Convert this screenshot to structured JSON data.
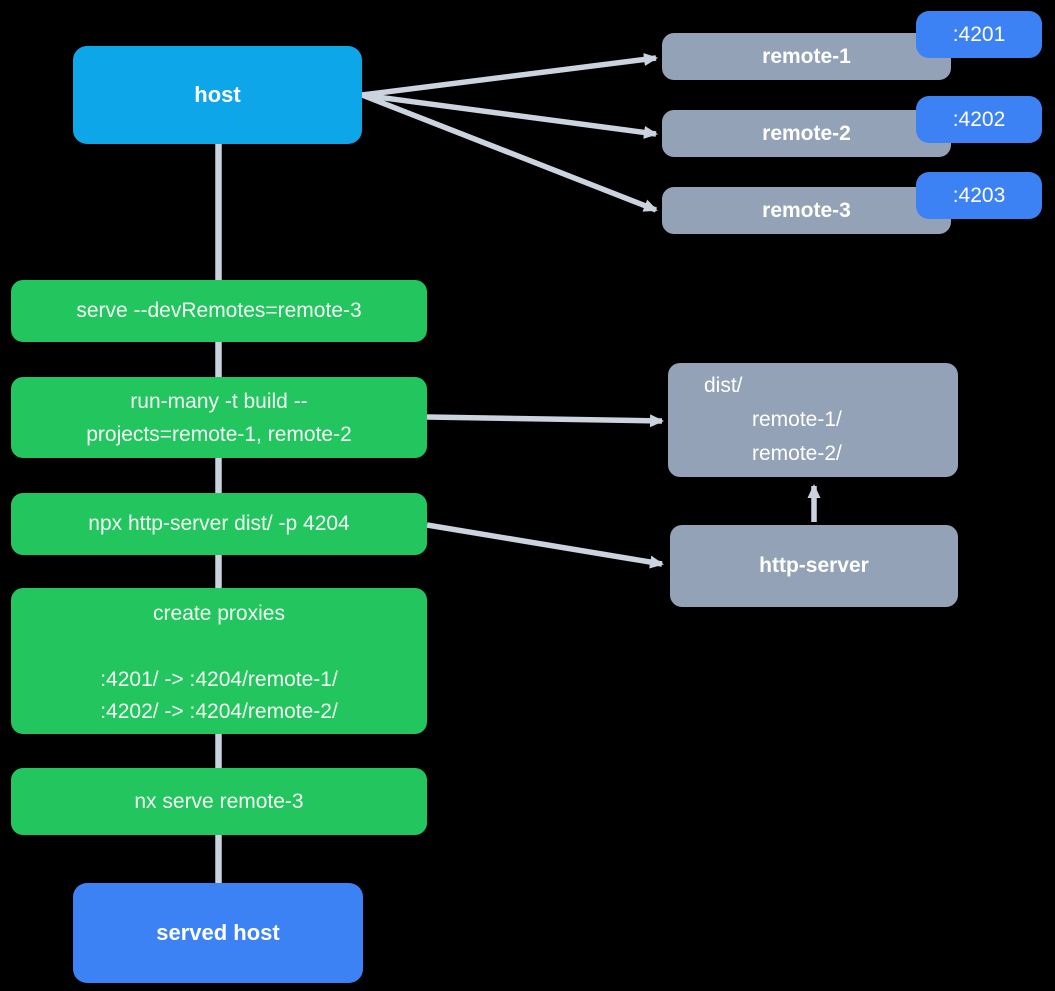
{
  "diagram": {
    "host": {
      "label": "host"
    },
    "remotes": [
      {
        "label": "remote-1",
        "port": ":4201"
      },
      {
        "label": "remote-2",
        "port": ":4202"
      },
      {
        "label": "remote-3",
        "port": ":4203"
      }
    ],
    "steps": {
      "serve": {
        "label": "serve --devRemotes=remote-3"
      },
      "build": {
        "line1": "run-many -t build --",
        "line2": "projects=remote-1, remote-2"
      },
      "http": {
        "label": "npx http-server dist/ -p 4204"
      },
      "proxies": {
        "title": "create proxies",
        "rule1": ":4201/ -> :4204/remote-1/",
        "rule2": ":4202/ -> :4204/remote-2/"
      },
      "nx_serve": {
        "label": "nx serve remote-3"
      }
    },
    "dist": {
      "line1": "dist/",
      "line2": "remote-1/",
      "line3": "remote-2/"
    },
    "http_server": {
      "label": "http-server"
    },
    "served_host": {
      "label": "served host"
    },
    "colors": {
      "host_bg": "#0da7e9",
      "remote_bg": "#93a2b6",
      "port_badge_bg": "#3d82f5",
      "step_bg": "#23c55e",
      "served_host_bg": "#3d82f5",
      "connector": "#cbd3df",
      "text": "#ffffff"
    }
  }
}
